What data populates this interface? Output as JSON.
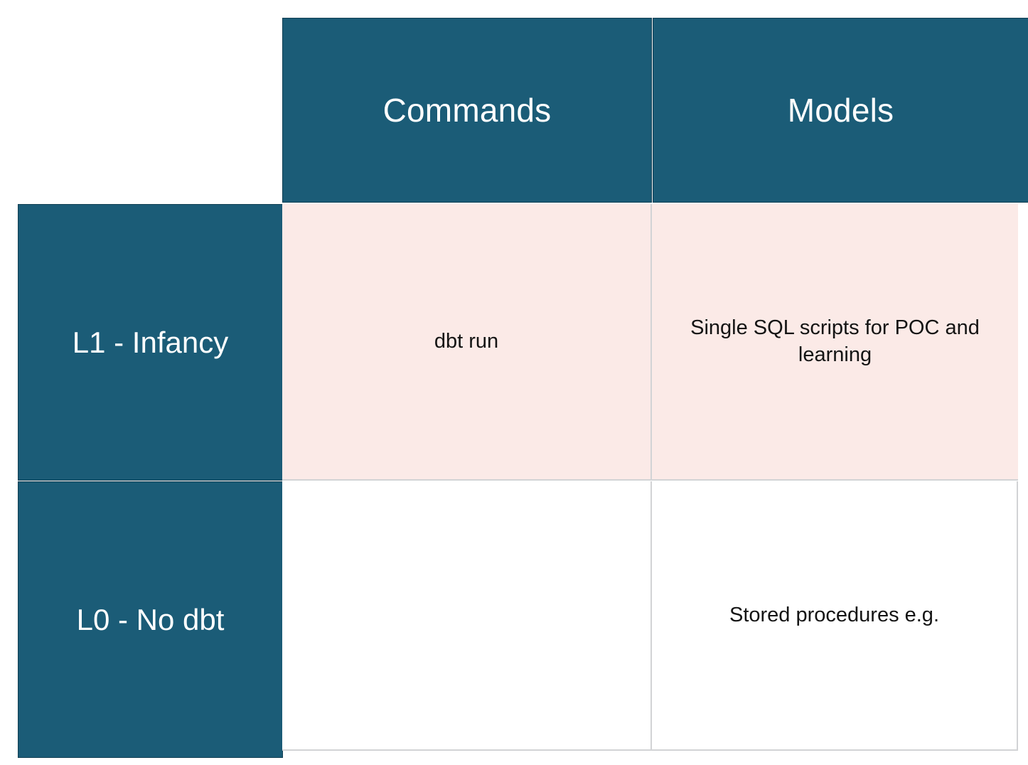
{
  "matrix": {
    "corner_label": "",
    "column_headers": [
      {
        "label": "Commands"
      },
      {
        "label": "Models"
      }
    ],
    "row_headers": [
      {
        "label": "L1 - Infancy"
      },
      {
        "label": "L0 - No dbt"
      }
    ],
    "rows": [
      {
        "header": "L1 - Infancy",
        "cells": [
          {
            "text": "dbt run"
          },
          {
            "text": "Single SQL scripts for POC and learning"
          }
        ]
      },
      {
        "header": "L0 - No dbt",
        "cells": [
          {
            "text": ""
          },
          {
            "text": "Stored procedures e.g."
          }
        ]
      }
    ],
    "colors": {
      "header_background": "#1b5c77",
      "header_border": "#123f53",
      "header_text": "#ffffff",
      "row1_cell_background": "#fbeae7",
      "row2_cell_background": "#ffffff",
      "grid_line": "#d2d3d5",
      "body_text": "#141414",
      "page_background": "#ffffff"
    }
  }
}
